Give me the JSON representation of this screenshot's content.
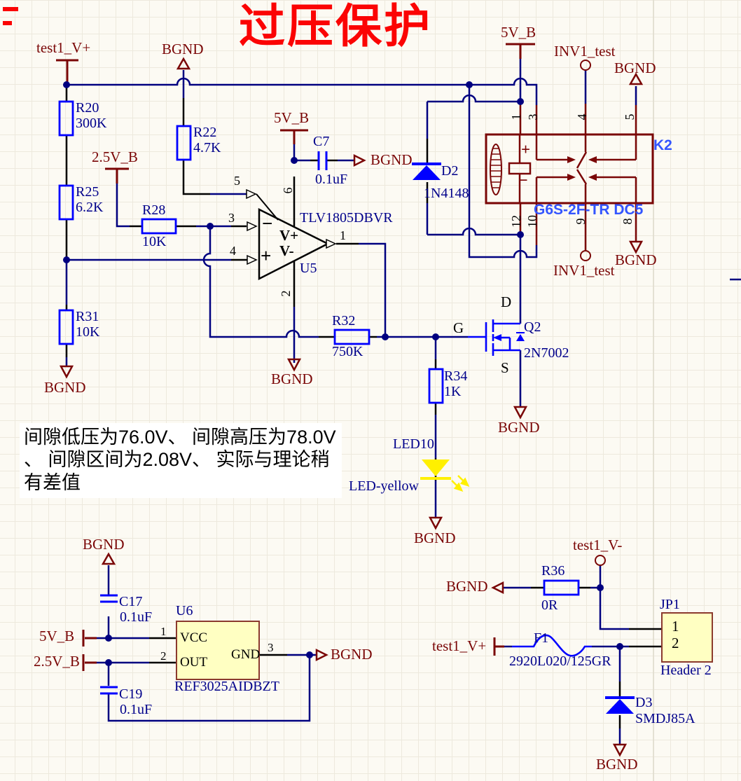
{
  "title": "过压保护",
  "note": "间隙低压为76.0V、 间隙高压为78.0V\n、 间隙区间为2.08V、 实际与理论稍\n有差值",
  "nets": {
    "bgnd": "BGND",
    "v5": "5V_B",
    "v25": "2.5V_B",
    "test1_vplus": "test1_V+",
    "test1_vminus": "test1_V-",
    "inv1": "INV1_test"
  },
  "components": {
    "r20": {
      "ref": "R20",
      "value": "300K"
    },
    "r22": {
      "ref": "R22",
      "value": "4.7K"
    },
    "r25": {
      "ref": "R25",
      "value": "6.2K"
    },
    "r28": {
      "ref": "R28",
      "value": "10K"
    },
    "r31": {
      "ref": "R31",
      "value": "10K"
    },
    "r32": {
      "ref": "R32",
      "value": "750K"
    },
    "r34": {
      "ref": "R34",
      "value": "1K"
    },
    "r36": {
      "ref": "R36",
      "value": "0R"
    },
    "c7": {
      "ref": "C7",
      "value": "0.1uF"
    },
    "c17": {
      "ref": "C17",
      "value": "0.1uF"
    },
    "c19": {
      "ref": "C19",
      "value": "0.1uF"
    },
    "d2": {
      "ref": "D2",
      "value": "1N4148"
    },
    "d3": {
      "ref": "D3",
      "value": "SMDJ85A"
    },
    "led10": {
      "ref": "LED10",
      "value": "LED-yellow"
    },
    "q2": {
      "ref": "Q2",
      "value": "2N7002",
      "pin_d": "D",
      "pin_g": "G",
      "pin_s": "S"
    },
    "u5": {
      "ref": "U5",
      "value": "TLV1805DBVR",
      "vplus": "V+",
      "vminus": "V-",
      "plus": "+",
      "minus": "−",
      "pin1": "1",
      "pin2": "2",
      "pin3": "3",
      "pin4": "4",
      "pin5": "5",
      "pin6": "6"
    },
    "u6": {
      "ref": "U6",
      "value": "REF3025AIDBZT",
      "pin1": "1",
      "pin2": "2",
      "pin3": "3",
      "vcc": "VCC",
      "out": "OUT",
      "gnd": "GND"
    },
    "k2": {
      "ref": "K2",
      "value": "G6S-2F-TR DC5",
      "plus": "+",
      "minus": "−",
      "pins_top": [
        "1",
        "3",
        "4",
        "5"
      ],
      "pins_bottom": [
        "12",
        "10",
        "9",
        "8"
      ]
    },
    "f1": {
      "ref": "F1",
      "value": "2920L020/125GR"
    },
    "jp1": {
      "ref": "JP1",
      "value": "Header 2",
      "pin1": "1",
      "pin2": "2"
    }
  },
  "colors": {
    "wire": "#000080",
    "component_body": "#0000FF",
    "designator_text": "#00008B",
    "power_net": "#7A0606",
    "title_red": "#FB0404",
    "k2_label": "#3355FF",
    "led_yellow": "#FFF000",
    "ic_fill": "#FFFFC2",
    "note_bg": "#FFFFFF"
  }
}
